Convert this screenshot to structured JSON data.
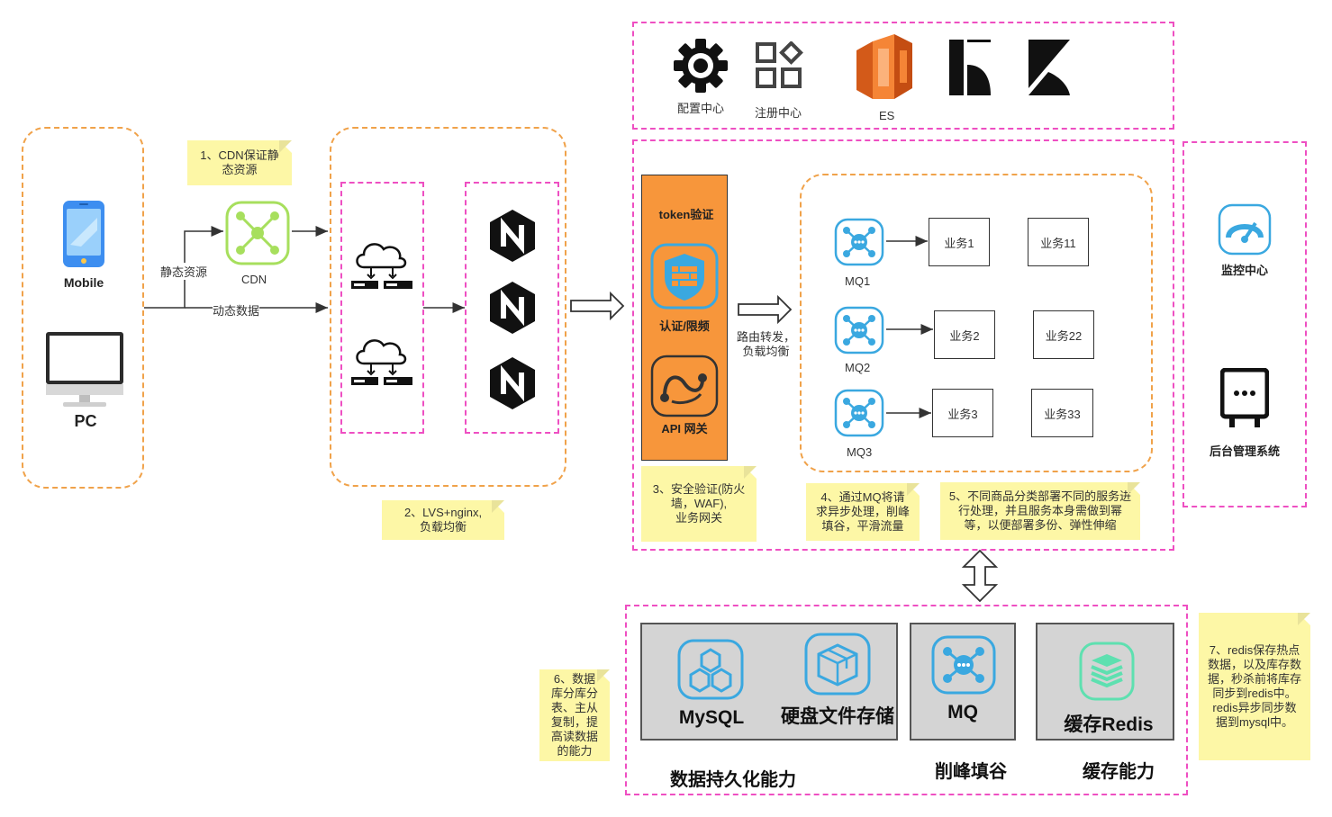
{
  "clients": {
    "mobile": "Mobile",
    "pc": "PC"
  },
  "edge": {
    "static_label": "静态资源",
    "dynamic_label": "动态数据",
    "cdn_label": "CDN"
  },
  "notes": {
    "n1": "1、CDN保证静\n态资源",
    "n2": "2、LVS+nginx,\n负载均衡",
    "n3": "3、安全验证(防火\n墙，WAF),\n业务网关",
    "n4": "4、通过MQ将请\n求异步处理，削峰\n填谷，平滑流量",
    "n5": "5、不同商品分类部署不同的服务进\n行处理，并且服务本身需做到幂\n等，以便部署多份、弹性伸缩",
    "n6": "6、数据\n库分库分\n表、主从\n复制，提\n高读数据\n的能力",
    "n7": "7、redis保存热点\n数据，以及库存数\n据，秒杀前将库存\n同步到redis中。\nredis异步同步数\n据到mysql中。"
  },
  "top_services": {
    "config": "配置中心",
    "registry": "注册中心",
    "es": "ES"
  },
  "gateway": {
    "token": "token验证",
    "auth": "认证/限频",
    "api": "API 网关"
  },
  "routing_label": "路由转发，\n负载均衡",
  "mq": [
    {
      "name": "MQ1",
      "biz_a": "业务1",
      "biz_b": "业务11"
    },
    {
      "name": "MQ2",
      "biz_a": "业务2",
      "biz_b": "业务22"
    },
    {
      "name": "MQ3",
      "biz_a": "业务3",
      "biz_b": "业务33"
    }
  ],
  "side": {
    "monitor": "监控中心",
    "admin": "后台管理系统"
  },
  "storage": {
    "mysql": "MySQL",
    "disk": "硬盘文件存储",
    "mq": "MQ",
    "redis": "缓存Redis",
    "persist_caption": "数据持久化能力",
    "peak_caption": "削峰填谷",
    "cache_caption": "缓存能力"
  },
  "colors": {
    "orange": "#f0a24a",
    "pink": "#ee4fc2",
    "note": "#fdf7a6",
    "icon_blue": "#3aa8e0",
    "gateway": "#f7963b"
  },
  "icons": [
    "phone-icon",
    "monitor-icon",
    "cdn-icon",
    "cloud-server-icon",
    "nginx-icon",
    "gear-icon",
    "grid-icon",
    "es-icon",
    "logstash-icon",
    "kibana-icon",
    "firewall-icon",
    "api-icon",
    "mq-icon",
    "dashboard-icon",
    "admin-icon",
    "mysql-icon",
    "box-icon",
    "redis-icon"
  ]
}
